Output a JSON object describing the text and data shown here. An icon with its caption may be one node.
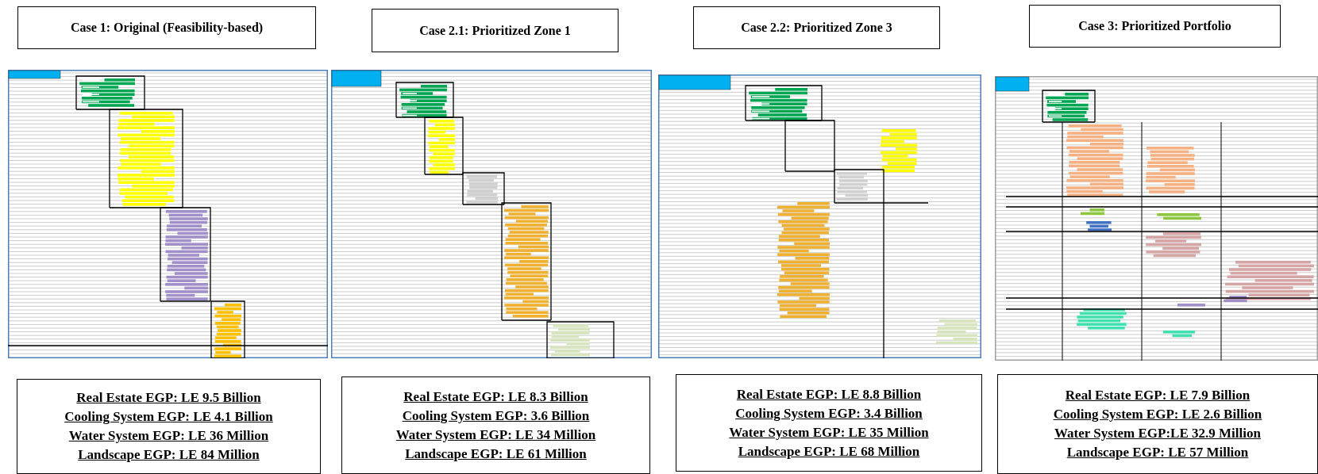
{
  "diagram": {
    "nodes": [
      {
        "text": [
          "Case 1: Original (Feasibility-based)"
        ]
      },
      {
        "text": [
          "Case 2.1: Prioritized Zone 1"
        ]
      },
      {
        "text": [
          "Case 2.2: Prioritized Zone 3"
        ]
      },
      {
        "text": [
          "Case 3: Prioritized Portfolio"
        ]
      },
      {
        "text": [
          "Real Estate EGP: LE 9.5 Billion",
          "Cooling System EGP: LE 4.1 Billion",
          "Water System EGP: LE 36 Million",
          "Landscape EGP: LE 84 Million"
        ]
      },
      {
        "text": [
          "Real Estate EGP: LE 8.3 Billion",
          "Cooling System EGP: 3.6 Billion",
          "Water System EGP: LE 34 Million",
          "Landscape EGP: LE 61 Million"
        ]
      },
      {
        "text": [
          "Real Estate EGP:  LE 8.8 Billion",
          "Cooling System EGP: 3.4 Billion",
          "Water System EGP: LE 35 Million",
          "Landscape EGP: LE 68 Million"
        ]
      },
      {
        "text": [
          "Real Estate EGP: LE 7.9 Billion",
          "Cooling System EGP: LE 2.6 Billion",
          "Water System EGP:LE 32.9 Million",
          "Landscape EGP: LE 57 Million"
        ]
      }
    ]
  }
}
